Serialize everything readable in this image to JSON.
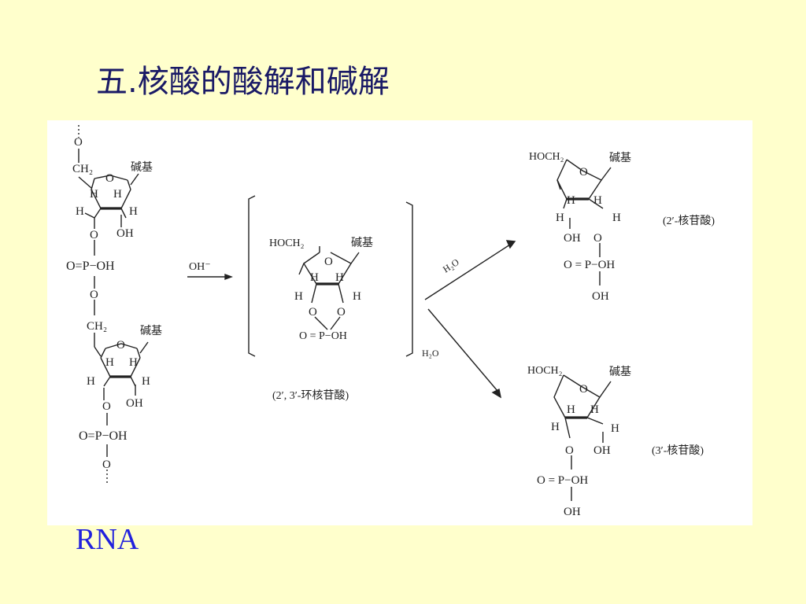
{
  "slide": {
    "title": "五.核酸的酸解和碱解",
    "caption": "RNA"
  },
  "colors": {
    "background": "#ffffcc",
    "title": "#1a1a66",
    "caption": "#2222dd",
    "figure_bg": "#ffffff",
    "ink": "#222222"
  },
  "labels": {
    "base": "碱基",
    "H": "H",
    "OH": "OH",
    "O": "O",
    "CH2": "CH₂",
    "HOCH2": "HOCH₂",
    "P_OH": "O=P−OH",
    "P_OH_right": "O = P−OH",
    "P_OH_cyclic": "O = P−OH",
    "P_OH_bottom": "O=P−OH",
    "dots": "⋮"
  },
  "reagents": {
    "hydroxide": "OH⁻",
    "water_top": "H₂O",
    "water_bottom": "H₂O"
  },
  "products": {
    "intermediate": "(2′, 3′-环核苷酸)",
    "top": "(2′-核苷酸)",
    "bottom": "(3′-核苷酸)"
  }
}
